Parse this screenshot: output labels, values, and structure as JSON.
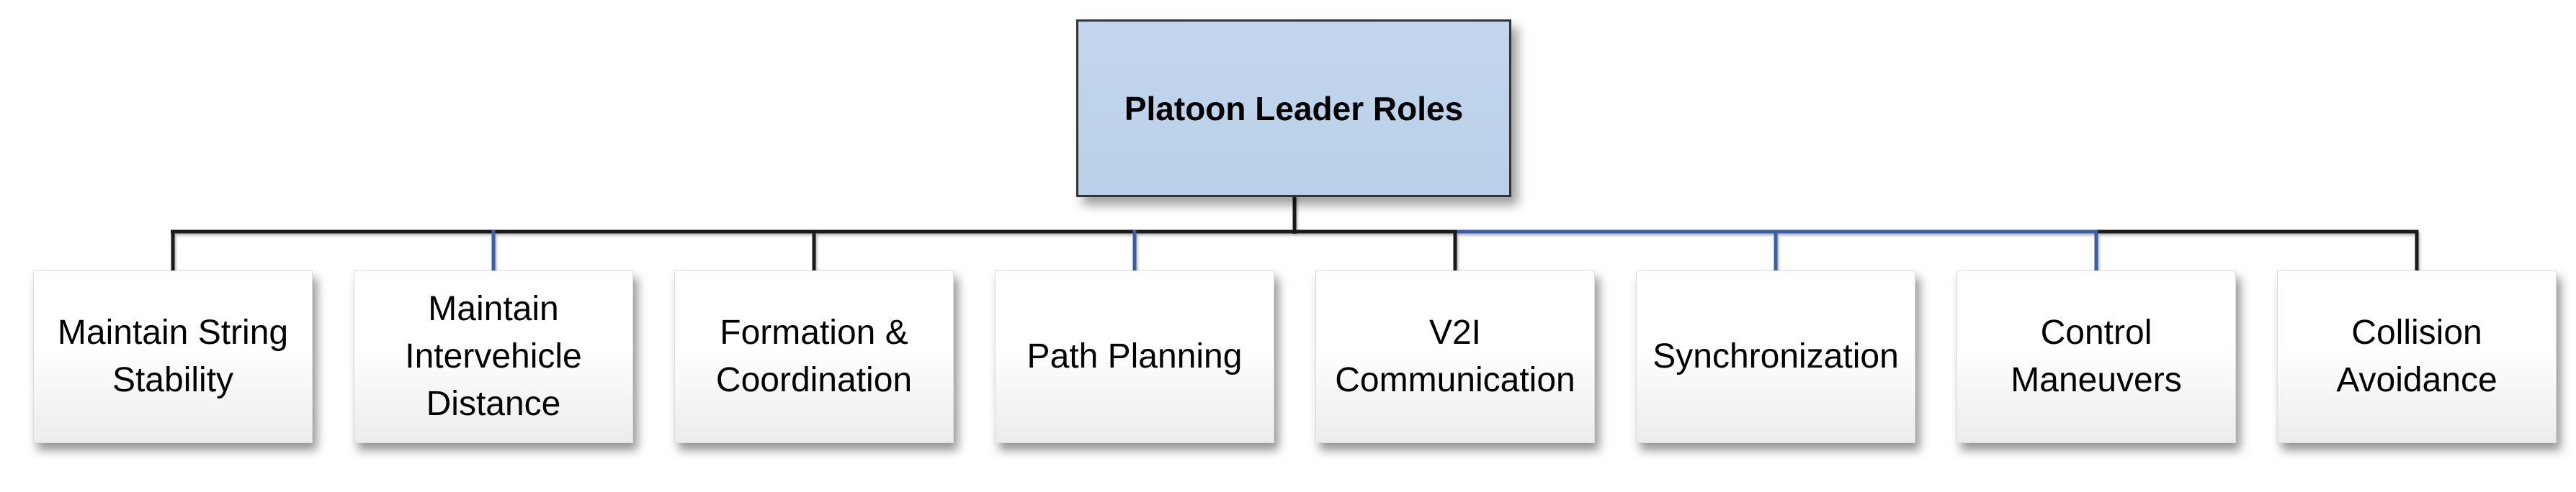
{
  "diagram": {
    "root": {
      "label": "Platoon Leader Roles"
    },
    "children": [
      {
        "label": "Maintain String Stability",
        "connector_color": "#1a1a1a"
      },
      {
        "label": "Maintain Intervehicle Distance",
        "connector_color": "#3b5fa6"
      },
      {
        "label": "Formation & Coordination",
        "connector_color": "#1a1a1a"
      },
      {
        "label": "Path Planning",
        "connector_color": "#3b5fa6"
      },
      {
        "label": "V2I Communication",
        "connector_color": "#1a1a1a"
      },
      {
        "label": "Synchronization",
        "connector_color": "#3b5fa6"
      },
      {
        "label": "Control Maneuvers",
        "connector_color": "#3b5fa6"
      },
      {
        "label": "Collision Avoidance",
        "connector_color": "#1a1a1a"
      }
    ],
    "colors": {
      "root_fill": "#bdd3ea",
      "root_border": "#333333",
      "line_dark": "#1a1a1a",
      "line_blue": "#3b5fa6",
      "child_fill_top": "#ffffff",
      "child_fill_bottom": "#ececec",
      "text": "#000000"
    }
  }
}
